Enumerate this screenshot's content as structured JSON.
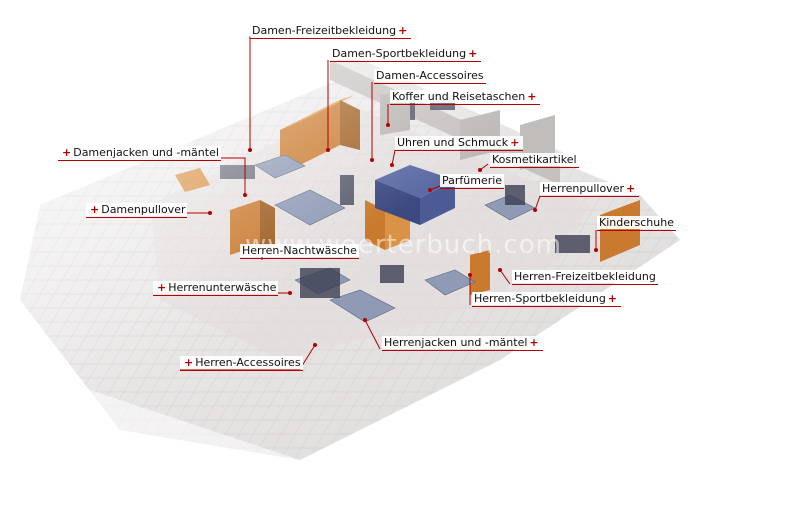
{
  "watermark": "www.woerterbuch.com",
  "plus_symbol": "+",
  "colors": {
    "leader": "#b30000",
    "floor": "#e9e6e6",
    "wall": "#c97a2e"
  },
  "labels": [
    {
      "id": "damen-freizeitbekleidung",
      "text": "Damen-Freizeitbekleidung",
      "plus": "after"
    },
    {
      "id": "damen-sportbekleidung",
      "text": "Damen-Sportbekleidung",
      "plus": "after"
    },
    {
      "id": "damen-accessoires",
      "text": "Damen-Accessoires",
      "plus": "none"
    },
    {
      "id": "koffer-und-reisetaschen",
      "text": "Koffer und Reisetaschen",
      "plus": "after"
    },
    {
      "id": "damenjacken-und-maentel",
      "text": "Damenjacken und -mäntel",
      "plus": "before"
    },
    {
      "id": "uhren-und-schmuck",
      "text": "Uhren und Schmuck",
      "plus": "after"
    },
    {
      "id": "kosmetikartikel",
      "text": "Kosmetikartikel",
      "plus": "none"
    },
    {
      "id": "parfuemerie",
      "text": "Parfümerie",
      "plus": "none"
    },
    {
      "id": "herrenpullover",
      "text": "Herrenpullover",
      "plus": "after"
    },
    {
      "id": "damenpullover",
      "text": "Damenpullover",
      "plus": "before"
    },
    {
      "id": "kinderschuhe",
      "text": "Kinderschuhe",
      "plus": "none"
    },
    {
      "id": "herren-nachtwaesche",
      "text": "Herren-Nachtwäsche",
      "plus": "none"
    },
    {
      "id": "herren-freizeitbekleidung",
      "text": "Herren-Freizeitbekleidung",
      "plus": "none"
    },
    {
      "id": "herrenunterwaesche",
      "text": "Herrenunterwäsche",
      "plus": "before"
    },
    {
      "id": "herren-sportbekleidung",
      "text": "Herren-Sportbekleidung",
      "plus": "after"
    },
    {
      "id": "herrenjacken-und-maentel",
      "text": "Herrenjacken und -mäntel",
      "plus": "after"
    },
    {
      "id": "herren-accessoires",
      "text": "Herren-Accessoires",
      "plus": "before"
    }
  ]
}
